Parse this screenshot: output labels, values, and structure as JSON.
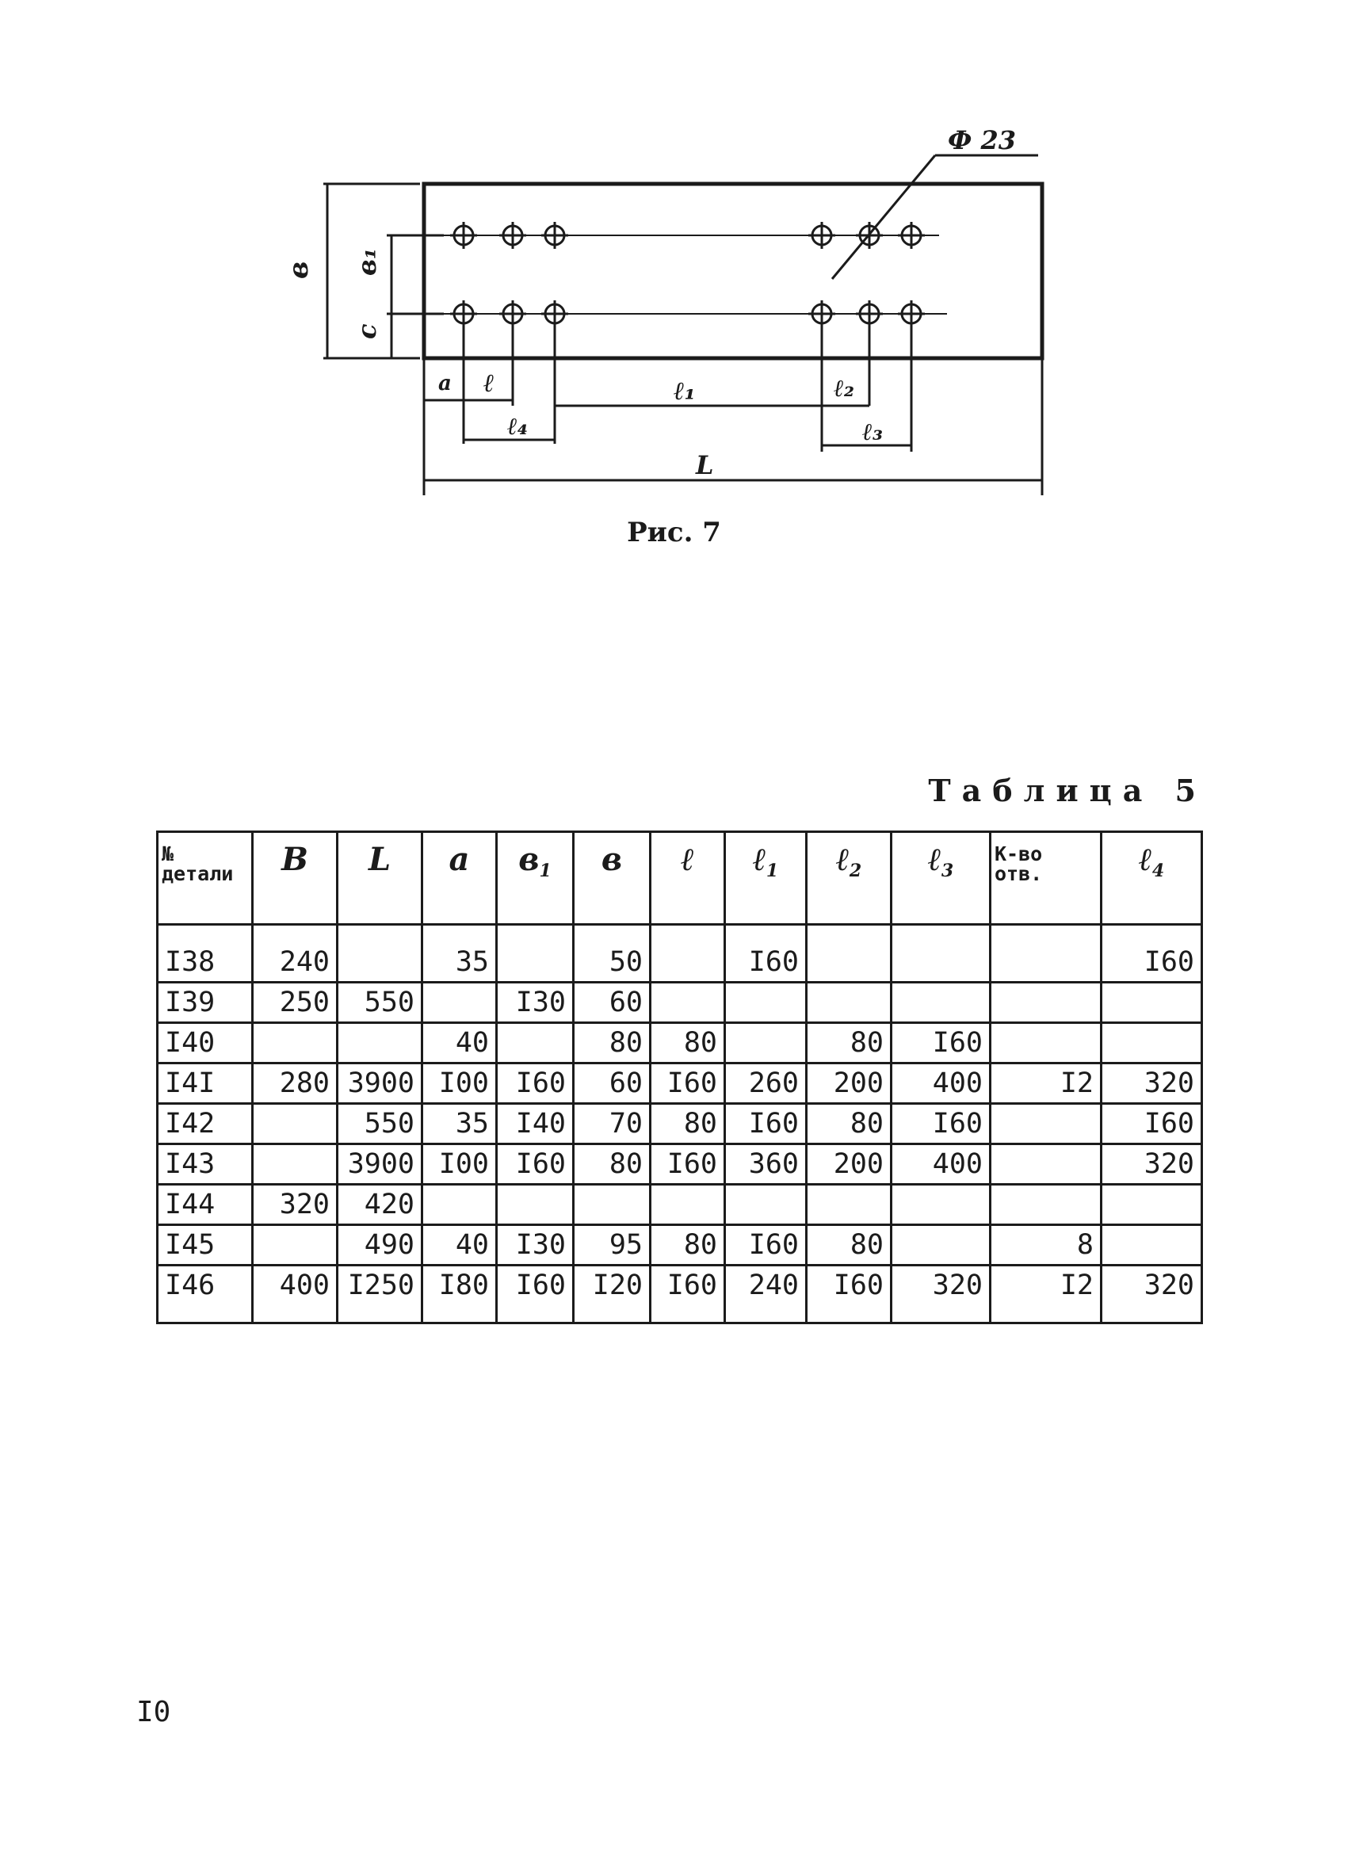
{
  "figure": {
    "diameter_label": "Ф 23",
    "dim_labels": {
      "b": "в",
      "b1": "в₁",
      "c": "с",
      "a": "а",
      "l": "ℓ",
      "l1": "ℓ₁",
      "l2": "ℓ₂",
      "l3": "ℓ₃",
      "l4": "ℓ₄",
      "L": "L"
    },
    "caption": "Рис. 7"
  },
  "table": {
    "caption": "Таблица 5",
    "headers": {
      "part_no": "№ детали",
      "B": "В",
      "L": "L",
      "a": "а",
      "b1": "в",
      "b1_sub": "1",
      "b": "в",
      "l": "ℓ",
      "l1": "ℓ",
      "l1_sub": "1",
      "l2": "ℓ",
      "l2_sub": "2",
      "l3": "ℓ",
      "l3_sub": "3",
      "holes": "К-во отв.",
      "l4": "ℓ",
      "l4_sub": "4"
    },
    "rows": [
      [
        "I38",
        "240",
        "",
        "35",
        "",
        "50",
        "",
        "I60",
        "",
        "",
        "",
        "I60"
      ],
      [
        "I39",
        "250",
        "550",
        "",
        "I30",
        "60",
        "",
        "",
        "",
        "",
        "",
        ""
      ],
      [
        "I40",
        "",
        "",
        "40",
        "",
        "80",
        "80",
        "",
        "80",
        "I60",
        "",
        ""
      ],
      [
        "I4I",
        "280",
        "3900",
        "I00",
        "I60",
        "60",
        "I60",
        "260",
        "200",
        "400",
        "I2",
        "320"
      ],
      [
        "I42",
        "",
        "550",
        "35",
        "I40",
        "70",
        "80",
        "I60",
        "80",
        "I60",
        "",
        "I60"
      ],
      [
        "I43",
        "",
        "3900",
        "I00",
        "I60",
        "80",
        "I60",
        "360",
        "200",
        "400",
        "",
        "320"
      ],
      [
        "I44",
        "320",
        "420",
        "",
        "",
        "",
        "",
        "",
        "",
        "",
        "",
        ""
      ],
      [
        "I45",
        "",
        "490",
        "40",
        "I30",
        "95",
        "80",
        "I60",
        "80",
        "",
        "8",
        ""
      ],
      [
        "I46",
        "400",
        "I250",
        "I80",
        "I60",
        "I20",
        "I60",
        "240",
        "I60",
        "320",
        "I2",
        "320"
      ]
    ]
  },
  "page_number": "I0"
}
